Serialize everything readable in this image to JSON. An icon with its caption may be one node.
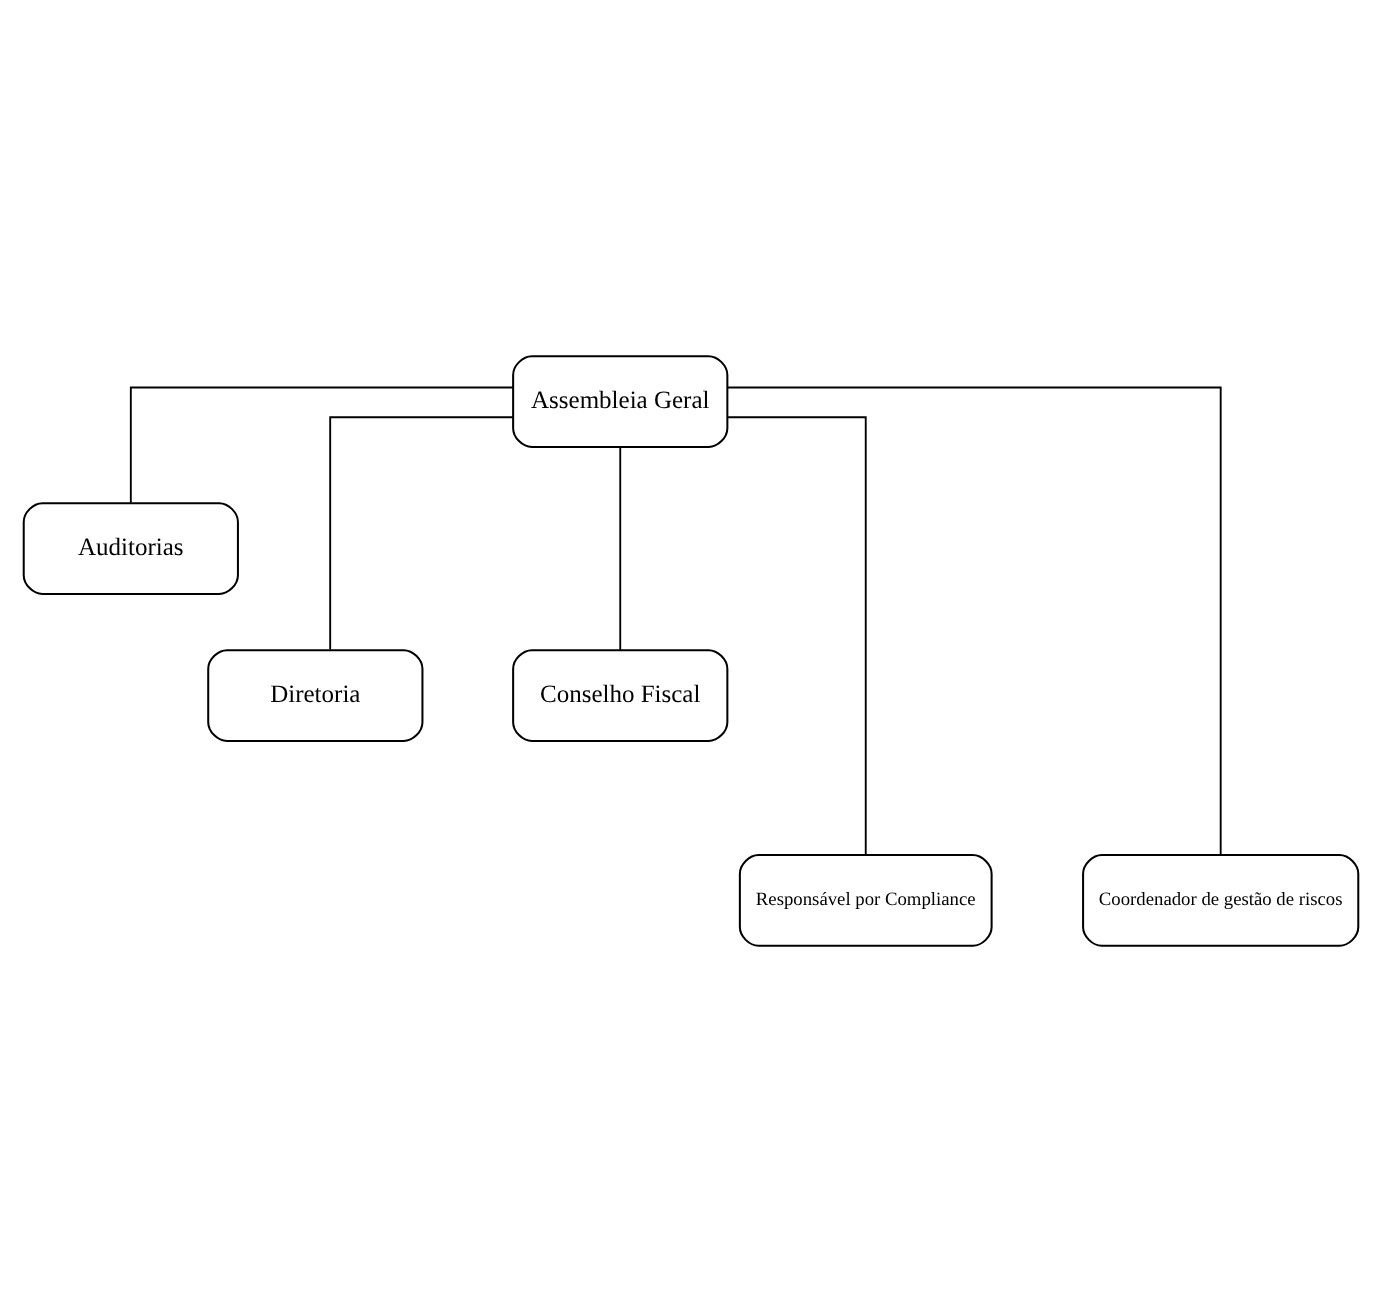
{
  "diagram": {
    "nodes": [
      {
        "text": [
          "Assembleia Geral"
        ]
      },
      {
        "text": [
          "Auditorias"
        ]
      },
      {
        "text": [
          "Diretoria"
        ]
      },
      {
        "text": [
          "Conselho Fiscal"
        ]
      },
      {
        "text": [
          "Responsável por Compliance"
        ]
      },
      {
        "text": [
          "Coordenador de gestão de riscos"
        ]
      }
    ],
    "edges": [
      {
        "from": 0,
        "to": 1,
        "arrow": "none"
      },
      {
        "from": 0,
        "to": 2,
        "arrow": "none"
      },
      {
        "from": 0,
        "to": 3,
        "arrow": "none"
      },
      {
        "from": 0,
        "to": 4,
        "arrow": "none"
      },
      {
        "from": 0,
        "to": 5,
        "arrow": "none"
      }
    ]
  }
}
